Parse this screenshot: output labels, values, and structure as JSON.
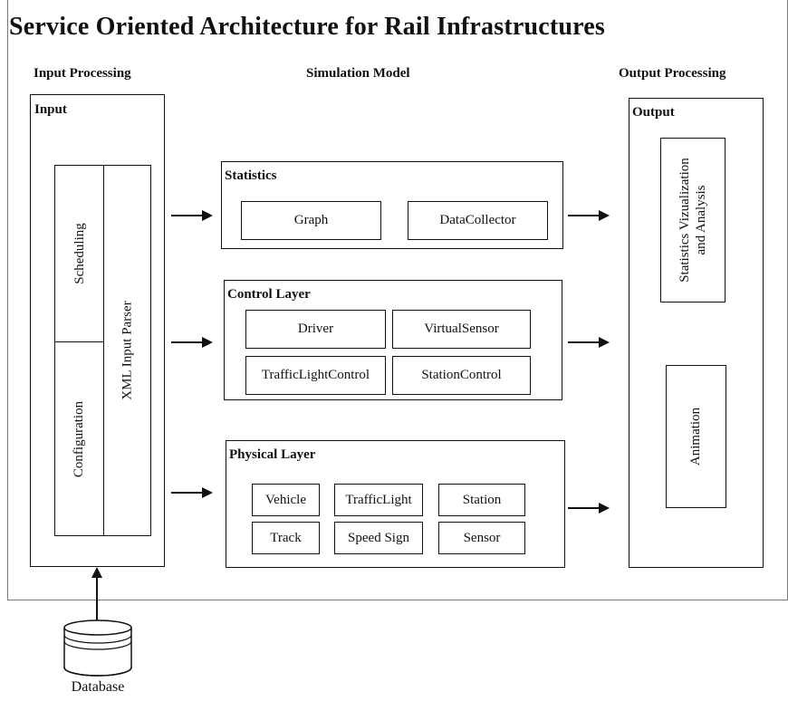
{
  "title": "Service Oriented Architecture for Rail Infrastructures",
  "columns": {
    "input": "Input Processing",
    "simulation": "Simulation Model",
    "output": "Output Processing"
  },
  "input_panel": {
    "title": "Input",
    "scheduling": "Scheduling",
    "configuration": "Configuration",
    "parser": "XML Input Parser"
  },
  "statistics": {
    "title": "Statistics",
    "items": [
      "Graph",
      "DataCollector"
    ]
  },
  "control_layer": {
    "title": "Control Layer",
    "items": [
      "Driver",
      "VirtualSensor",
      "TrafficLightControl",
      "StationControl"
    ]
  },
  "physical_layer": {
    "title": "Physical Layer",
    "items": [
      "Vehicle",
      "TrafficLight",
      "Station",
      "Track",
      "Speed Sign",
      "Sensor"
    ]
  },
  "output_panel": {
    "title": "Output",
    "stats_line1": "Statistics Vizualization",
    "stats_line2": "and Analysis",
    "animation": "Animation"
  },
  "database": {
    "label": "Database"
  }
}
